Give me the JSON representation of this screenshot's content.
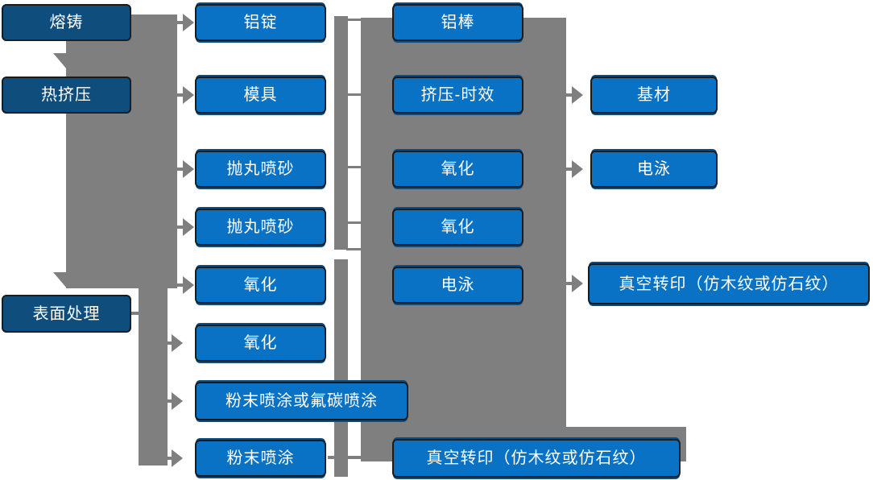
{
  "colors": {
    "node-dark": "#0f4d7d",
    "node-blue": "#0a72c4",
    "node-border": "#1b1b1b",
    "node-shadow": "#0a4c85",
    "connector-gray": "#7f7f7f",
    "node-text": "#ffffff",
    "background": "#ffffff"
  },
  "nodes": [
    {
      "id": "melt-casting",
      "label": "熔铸"
    },
    {
      "id": "hot-extrusion",
      "label": "热挤压"
    },
    {
      "id": "surface-treatment",
      "label": "表面处理"
    },
    {
      "id": "aluminum-ingot",
      "label": "铝锭"
    },
    {
      "id": "die",
      "label": "模具"
    },
    {
      "id": "shot-blasting-1",
      "label": "抛丸喷砂"
    },
    {
      "id": "shot-blasting-2",
      "label": "抛丸喷砂"
    },
    {
      "id": "anodizing-1",
      "label": "氧化"
    },
    {
      "id": "anodizing-2",
      "label": "氧化"
    },
    {
      "id": "powder-or-fluorocarbon-coating",
      "label": "粉末喷涂或氟碳喷涂"
    },
    {
      "id": "powder-coating",
      "label": "粉末喷涂"
    },
    {
      "id": "aluminum-rod",
      "label": "铝棒"
    },
    {
      "id": "extrusion-aging",
      "label": "挤压-时效"
    },
    {
      "id": "anodizing-3",
      "label": "氧化"
    },
    {
      "id": "anodizing-4",
      "label": "氧化"
    },
    {
      "id": "electrophoresis-1",
      "label": "电泳"
    },
    {
      "id": "vacuum-transfer-print-bottom",
      "label": "真空转印（仿木纹或仿石纹）"
    },
    {
      "id": "base-material",
      "label": "基材"
    },
    {
      "id": "electrophoresis-2",
      "label": "电泳"
    },
    {
      "id": "vacuum-transfer-print-right",
      "label": "真空转印（仿木纹或仿石纹）"
    }
  ]
}
